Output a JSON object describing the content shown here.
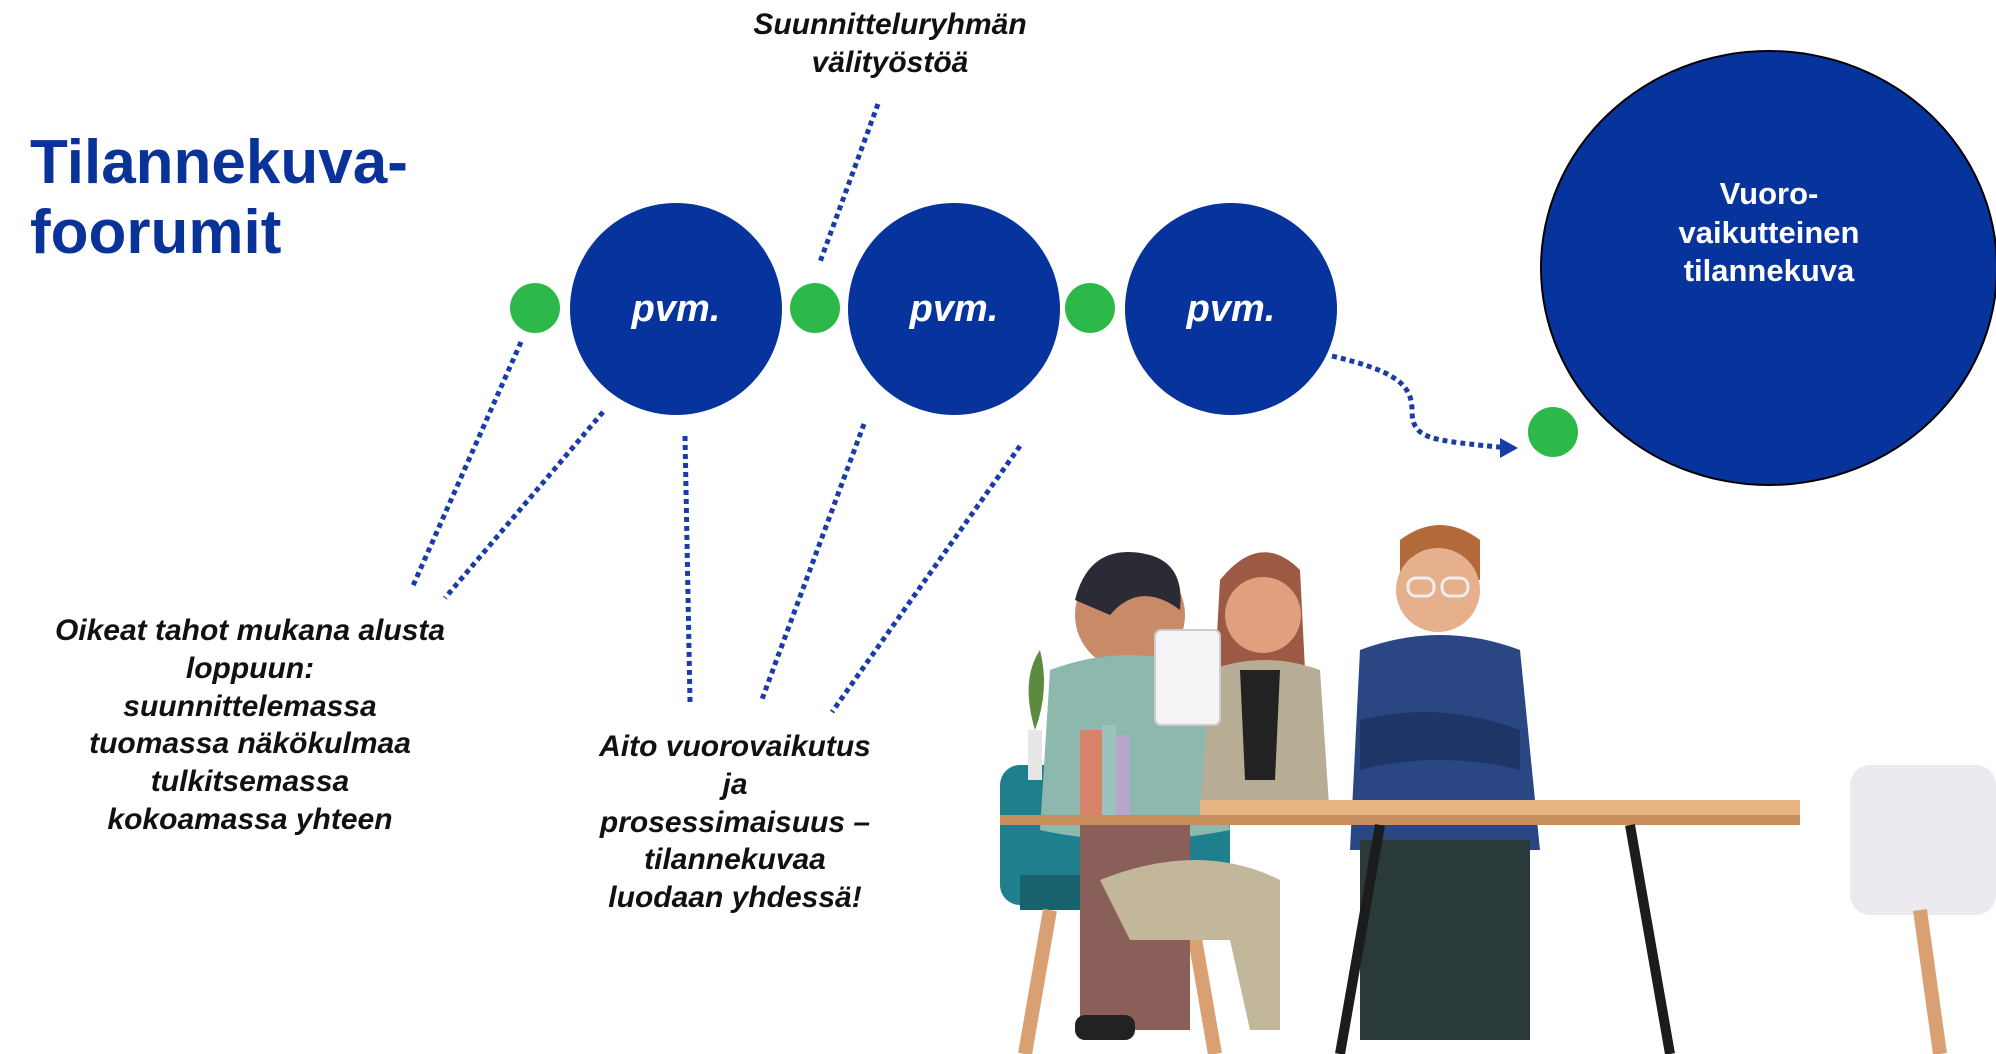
{
  "title": "Tilannekuva-\nfoorumit",
  "top_note": "Suunnitteluryhmän\nvälityöstöä",
  "dates": [
    "pvm.",
    "pvm.",
    "pvm."
  ],
  "result": "Vuoro-\nvaikutteinen\ntilannekuva",
  "left_note": "Oikeat tahot mukana alusta\nloppuun:\nsuunnittelemassa\ntuomassa näkökulmaa\ntulkitsemassa\nkokoamassa yhteen",
  "middle_note": "Aito vuorovaikutus\nja\nprosessimaisuus –\ntilannekuvaa\nluodaan yhdessä!",
  "colors": {
    "circle": "#06339c",
    "dot": "#2db84a",
    "title": "#0a3399",
    "line": "#1a3ca8"
  },
  "illustration": "three people meeting at a table"
}
